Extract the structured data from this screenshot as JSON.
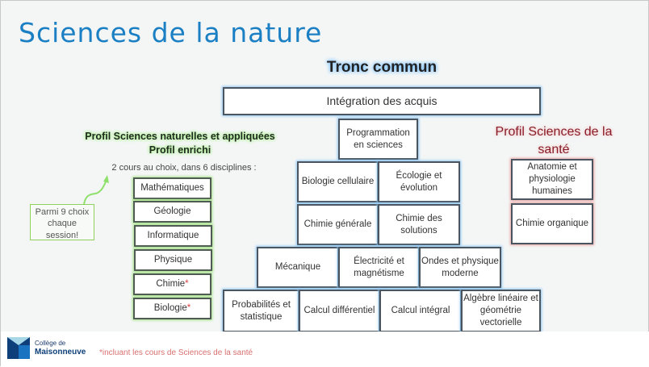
{
  "title": "Sciences de la nature",
  "tronc_commun": {
    "heading": "Tronc commun",
    "integration": "Intégration des acquis",
    "programmation": "Programmation en sciences",
    "row1": [
      "Biologie cellulaire",
      "Écologie et évolution"
    ],
    "row2": [
      "Chimie générale",
      "Chimie des solutions"
    ],
    "row3": [
      "Mécanique",
      "Électricité et magnétisme",
      "Ondes et physique moderne"
    ],
    "row4": [
      "Probabilités et statistique",
      "Calcul différentiel",
      "Calcul intégral",
      "Algèbre linéaire et géométrie vectorielle"
    ]
  },
  "profil_snap": {
    "title1": "Profil Sciences naturelles et appliquées",
    "title2": "Profil enrichi",
    "subtitle": "2 cours au choix, dans 6 disciplines :",
    "disciplines": [
      "Mathématiques",
      "Géologie",
      "Informatique",
      "Physique",
      "Chimie",
      "Biologie"
    ],
    "star": "*",
    "callout": "Parmi 9 choix chaque session!"
  },
  "profil_sante": {
    "title": "Profil Sciences de la santé",
    "courses": [
      "Anatomie et physiologie humaines",
      "Chimie organique"
    ]
  },
  "footer": {
    "logo_line1": "Collège de",
    "logo_line2": "Maisonneuve",
    "note": "*incluant les cours de Sciences de la santé"
  }
}
